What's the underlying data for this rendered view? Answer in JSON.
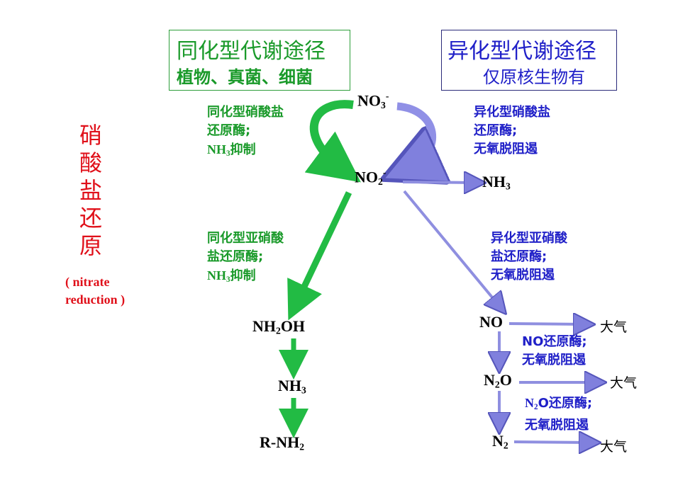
{
  "headers": {
    "assim_title": "同化型代谢途径",
    "assim_sub": "植物、真菌、细菌",
    "dissim_title": "异化型代谢途径",
    "dissim_sub": "仅原核生物有"
  },
  "side": {
    "title_chars": [
      "硝",
      "酸",
      "盐",
      "还",
      "原"
    ],
    "en_line1": "( nitrate",
    "en_line2": "reduction )"
  },
  "nodes": {
    "no3_base": "NO",
    "no3_sub": "3",
    "no3_sup": "-",
    "no2_base": "NO",
    "no2_sub": "2",
    "no2_sup": "-",
    "nh3_right_base": "NH",
    "nh3_right_sub": "3",
    "nh2oh_a": "NH",
    "nh2oh_sub": "2",
    "nh2oh_b": "OH",
    "nh3_left_base": "NH",
    "nh3_left_sub": "3",
    "rnh2_base": "R-NH",
    "rnh2_sub": "2",
    "no": "NO",
    "n2o_a": "N",
    "n2o_sub": "2",
    "n2o_b": "O",
    "n2_base": "N",
    "n2_sub": "2",
    "atm1": "大气",
    "atm2": "大气",
    "atm3": "大气"
  },
  "labels": {
    "assim_nr_1": "同化型硝酸盐",
    "assim_nr_2": "还原酶;",
    "assim_nr_3a": "NH",
    "assim_nr_3sub": "3",
    "assim_nr_3b": "抑制",
    "dissim_nr_1": "异化型硝酸盐",
    "dissim_nr_2": "还原酶;",
    "dissim_nr_3": "无氧脱阻遏",
    "assim_nir_1": "同化型亚硝酸",
    "assim_nir_2": "盐还原酶;",
    "assim_nir_3a": "NH",
    "assim_nir_3sub": "3",
    "assim_nir_3b": "抑制",
    "dissim_nir_1": "异化型亚硝酸",
    "dissim_nir_2": "盐还原酶;",
    "dissim_nir_3": "无氧脱阻遏",
    "nor_1": "NO还原酶;",
    "nor_2": "无氧脱阻遏",
    "n2or_1a": "N",
    "n2or_1sub": "2",
    "n2or_1b": "O还原酶;",
    "n2or_2": "无氧脱阻遏"
  },
  "colors": {
    "assimilatory": "#1a9a2a",
    "dissimilatory": "#2020c8",
    "dissim_arrow": "#8888e0",
    "side_title": "#e0101a"
  }
}
